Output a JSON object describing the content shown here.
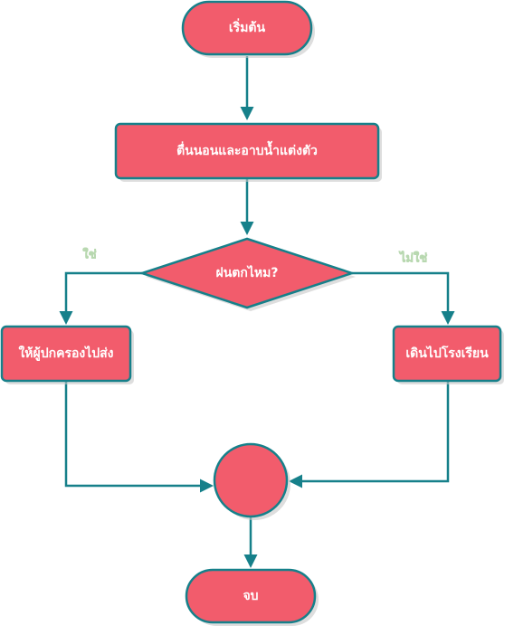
{
  "nodes": {
    "start": "เริ่มต้น",
    "wake_up": "ตื่นนอนและอาบน้ำแต่งตัว",
    "decision": "ฝนตกไหม?",
    "parent_drive": "ให้ผู้ปกครองไปส่ง",
    "walk_school": "เดินไปโรงเรียน",
    "merge": "",
    "end": "จบ"
  },
  "edges": {
    "yes": "ใช่",
    "no": "ไม่ใช่"
  },
  "colors": {
    "node_fill": "#f25c6c",
    "node_stroke": "#16808a",
    "edge_stroke": "#16808a",
    "edge_label": "#eaf7e8"
  }
}
